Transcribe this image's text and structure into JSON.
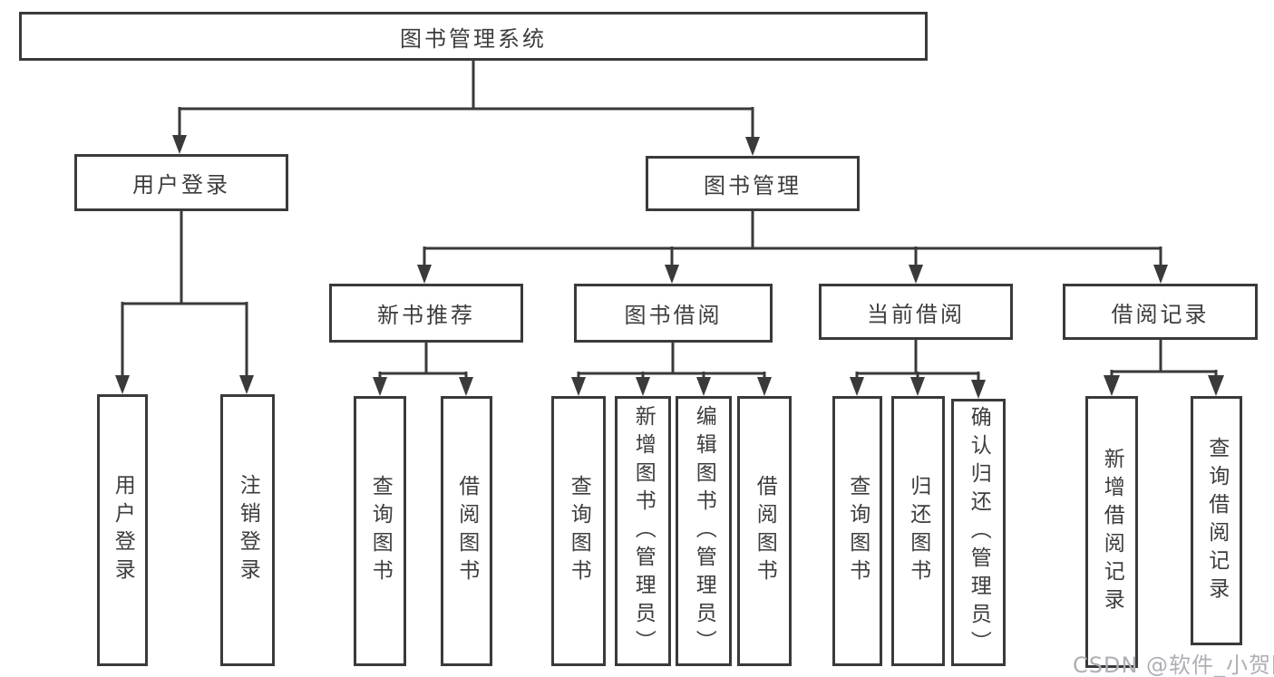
{
  "diagram": {
    "root": {
      "label": "图书管理系统"
    },
    "level2": [
      {
        "id": "user-login",
        "label": "用户登录"
      },
      {
        "id": "book-mgmt",
        "label": "图书管理"
      }
    ],
    "level3": [
      {
        "id": "new-book-rec",
        "label": "新书推荐"
      },
      {
        "id": "book-borrow",
        "label": "图书借阅"
      },
      {
        "id": "current-borrow",
        "label": "当前借阅"
      },
      {
        "id": "borrow-records",
        "label": "借阅记录"
      }
    ],
    "leaves": {
      "user_login": [
        {
          "label": "用户登录"
        },
        {
          "label": "注销登录"
        }
      ],
      "new_book_rec": [
        {
          "label": "查询图书"
        },
        {
          "label": "借阅图书"
        }
      ],
      "book_borrow": [
        {
          "label": "查询图书"
        },
        {
          "label": "新增图书（管理员）"
        },
        {
          "label": "编辑图书（管理员）"
        },
        {
          "label": "借阅图书"
        }
      ],
      "current_borrow": [
        {
          "label": "查询图书"
        },
        {
          "label": "归还图书"
        },
        {
          "label": "确认归还（管理员）"
        }
      ],
      "borrow_records": [
        {
          "label": "新增借阅记录"
        },
        {
          "label": "查询借阅记录"
        }
      ]
    }
  },
  "watermark": {
    "text": "CSDN @软件_小贺同学"
  },
  "colors": {
    "line": "#3a3a3a",
    "text": "#3d3d3d",
    "watermark": "#aeaeb4",
    "background": "#ffffff"
  }
}
